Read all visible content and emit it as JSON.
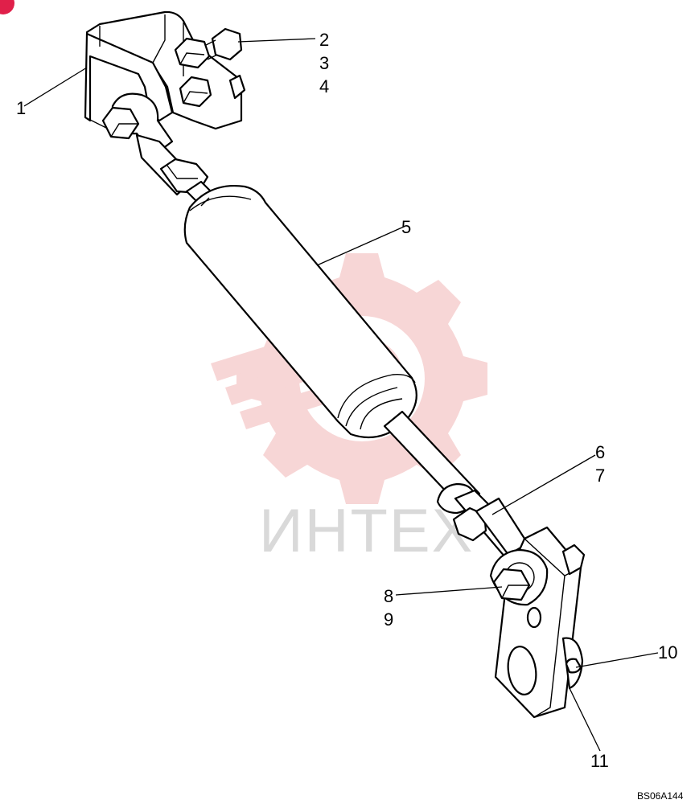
{
  "diagram": {
    "callouts": [
      "1",
      "2",
      "3",
      "4",
      "5",
      "6",
      "7",
      "8",
      "9",
      "10",
      "11"
    ],
    "drawing_code": "BS06A144",
    "watermark_text": "ИНТЕХ",
    "colors": {
      "line": "#000000",
      "background": "#ffffff",
      "watermark_gear": "#f4c8c8",
      "watermark_text": "#d9d9d9",
      "corner_badge": "#e0204a"
    }
  }
}
